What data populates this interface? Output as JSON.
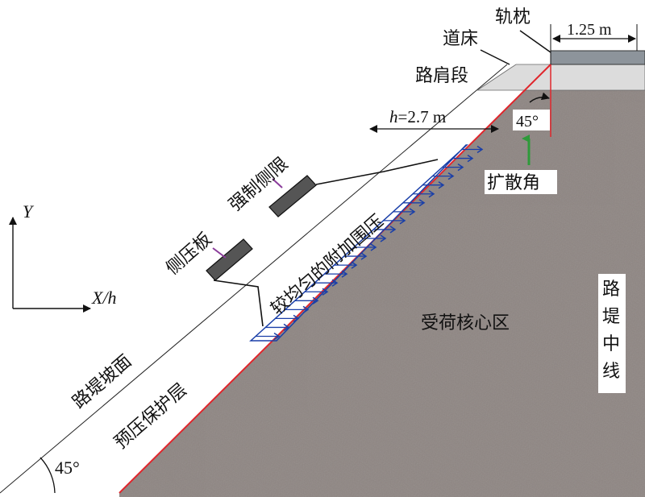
{
  "labels": {
    "sleeper": "轨枕",
    "ballast": "道床",
    "sleeper_width": "1.25 m",
    "shoulder": "路肩段",
    "h_prefix": "h",
    "h_value": "=2.7 m",
    "angle_top": "45°",
    "diffusion_angle": "扩散角",
    "forced_lateral_limit": "强制侧限",
    "side_plate": "侧压板",
    "uniform_pressure": "较均匀的附加围压",
    "core_zone": "受荷核心区",
    "centerline": [
      "路",
      "堤",
      "中",
      "线"
    ],
    "slope_face": "路堤坡面",
    "protect_layer": "预压保护层",
    "angle_bottom": "45°",
    "axis_y": "Y",
    "axis_x": "X/h"
  },
  "colors": {
    "gravel": "#8f8784",
    "ballast": "#dcdcdc",
    "sleeper": "#8d949b",
    "red_line": "#e0262c",
    "pressure_blue": "#1a3fa8",
    "plate": "#555555",
    "purple": "#8a3c9a",
    "green_arrow": "#2e9a3a"
  },
  "pressure_arrow_count": 22
}
